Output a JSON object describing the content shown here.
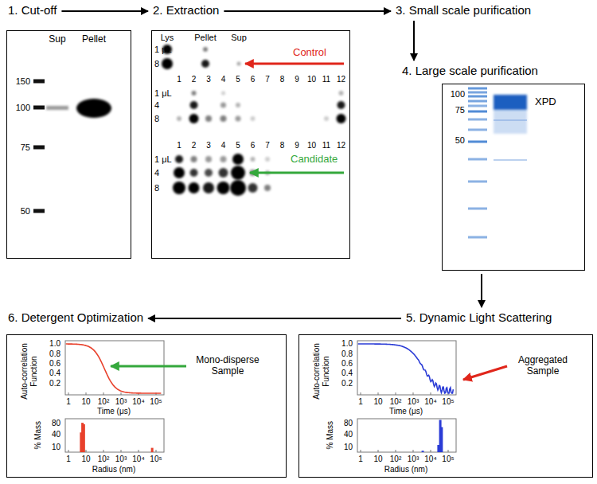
{
  "diagram": {
    "nodes": [
      {
        "text": [
          "1. Cut-off"
        ]
      },
      {
        "text": [
          "2. Extraction"
        ]
      },
      {
        "text": [
          "3. Small scale purification"
        ]
      },
      {
        "text": [
          "4. Large scale purification"
        ]
      },
      {
        "text": [
          "5. Dynamic Light Scattering"
        ]
      },
      {
        "text": [
          "6. Detergent Optimization"
        ]
      }
    ],
    "edges": [
      {
        "from": 0,
        "to": 1,
        "arrow": "to"
      },
      {
        "from": 1,
        "to": 2,
        "arrow": "to"
      },
      {
        "from": 2,
        "to": 3,
        "arrow": "to"
      },
      {
        "from": 3,
        "to": 4,
        "arrow": "to"
      },
      {
        "from": 4,
        "to": 5,
        "arrow": "to"
      }
    ],
    "labels": [
      "Sup",
      "Pellet",
      "150",
      "100",
      "75",
      "50",
      "Lys",
      "Pellet",
      "Sup",
      "1 μL",
      "8",
      "Control",
      "1",
      "2",
      "3",
      "4",
      "5",
      "6",
      "7",
      "8",
      "9",
      "10",
      "11",
      "12",
      "1 μL",
      "4",
      "8",
      "1",
      "2",
      "3",
      "4",
      "5",
      "6",
      "7",
      "8",
      "9",
      "10",
      "11",
      "12",
      "1 μL",
      "4",
      "8",
      "Candidate",
      "100",
      "75",
      "50",
      "XPD",
      "Auto-correlation Function",
      "1.0",
      "0.8",
      "0.6",
      "0.4",
      "0.2",
      "1",
      "10",
      "10²",
      "10³",
      "10⁴",
      "10⁵",
      "Time (μs)",
      "Aggregated Sample",
      "% Mass",
      "80",
      "40",
      "10",
      "1",
      "10",
      "10²",
      "10³",
      "10⁴",
      "10⁵",
      "Radius (nm)",
      "Auto-correlation Function",
      "1.0",
      "0.8",
      "0.6",
      "0.4",
      "0.2",
      "1",
      "10",
      "10²",
      "10³",
      "10⁴",
      "10⁵",
      "Time (μs)",
      "Mono-disperse Sample",
      "% Mass",
      "80",
      "40",
      "10",
      "1",
      "10",
      "10²",
      "10³",
      "10⁴",
      "10⁵",
      "Radius (nm)"
    ]
  }
}
